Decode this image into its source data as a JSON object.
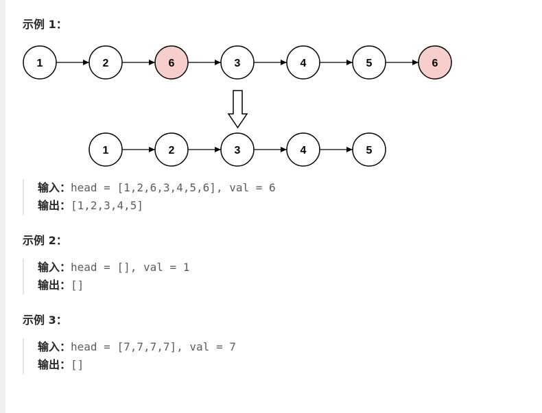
{
  "examples": [
    {
      "title": "示例 1：",
      "input_label": "输入：",
      "input_value": "head = [1,2,6,3,4,5,6], val = 6",
      "output_label": "输出：",
      "output_value": "[1,2,3,4,5]"
    },
    {
      "title": "示例 2：",
      "input_label": "输入：",
      "input_value": "head = [], val = 1",
      "output_label": "输出：",
      "output_value": "[]"
    },
    {
      "title": "示例 3：",
      "input_label": "输入：",
      "input_value": "head = [7,7,7,7], val = 7",
      "output_label": "输出：",
      "output_value": "[]"
    }
  ],
  "diagram": {
    "before": {
      "values": [
        "1",
        "2",
        "6",
        "3",
        "4",
        "5",
        "6"
      ],
      "highlighted": [
        false,
        false,
        true,
        false,
        false,
        false,
        true
      ]
    },
    "after": {
      "values": [
        "1",
        "2",
        "3",
        "4",
        "5"
      ]
    },
    "colors": {
      "node_fill": "#ffffff",
      "removed_fill": "#f8cecc",
      "stroke": "#000000"
    }
  }
}
